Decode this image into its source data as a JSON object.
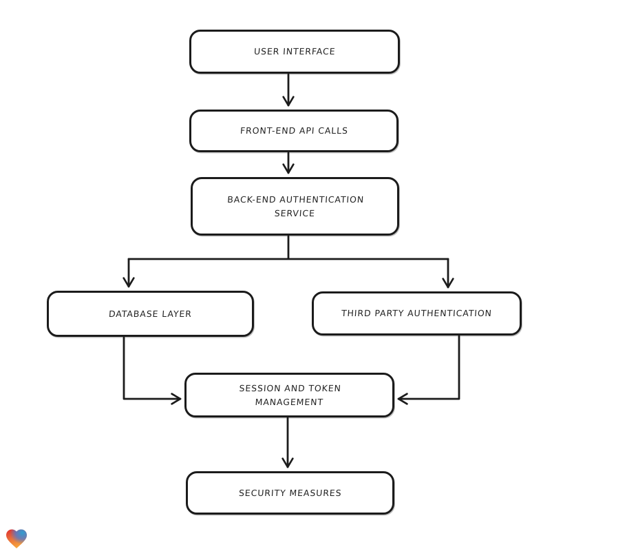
{
  "diagram": {
    "background": "#ffffff",
    "stroke_color": "#1b1b1b",
    "text_color": "#232323",
    "nodes": [
      {
        "id": "user-interface",
        "label": "USER INTERFACE"
      },
      {
        "id": "front-end-api-calls",
        "label": "FRONT-END API CALLS"
      },
      {
        "id": "back-end-authentication-service",
        "label": "BACK-END AUTHENTICATION SERVICE"
      },
      {
        "id": "database-layer",
        "label": "DATABASE LAYER"
      },
      {
        "id": "third-party-authentication",
        "label": "THIRD PARTY AUTHENTICATION"
      },
      {
        "id": "session-and-token-management",
        "label": "SESSION AND TOKEN MANAGEMENT"
      },
      {
        "id": "security-measures",
        "label": "SECURITY MEASURES"
      }
    ],
    "edges": [
      {
        "from": "user-interface",
        "to": "front-end-api-calls"
      },
      {
        "from": "front-end-api-calls",
        "to": "back-end-authentication-service"
      },
      {
        "from": "back-end-authentication-service",
        "to": "database-layer"
      },
      {
        "from": "back-end-authentication-service",
        "to": "third-party-authentication"
      },
      {
        "from": "database-layer",
        "to": "session-and-token-management"
      },
      {
        "from": "third-party-authentication",
        "to": "session-and-token-management"
      },
      {
        "from": "session-and-token-management",
        "to": "security-measures"
      }
    ]
  },
  "logo": {
    "name": "gradient-heart-logo",
    "colors": {
      "red": "#e02d2d",
      "blue": "#2f9fd0",
      "orange": "#f6a33c"
    }
  }
}
